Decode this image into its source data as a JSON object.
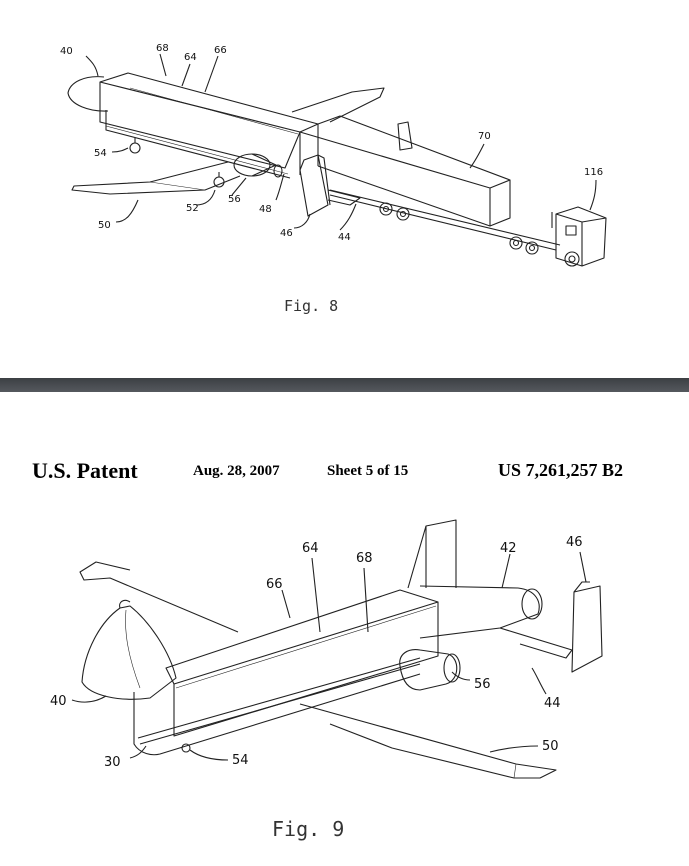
{
  "header": {
    "title": "U.S. Patent",
    "date": "Aug. 28, 2007",
    "sheet": "Sheet 5 of 15",
    "patent_number": "US 7,261,257 B2"
  },
  "fig8": {
    "caption": "Fig. 8",
    "labels": {
      "l40": "40",
      "l68": "68",
      "l64": "64",
      "l66": "66",
      "l54": "54",
      "l52": "52",
      "l56": "56",
      "l48": "48",
      "l50": "50",
      "l46": "46",
      "l44": "44",
      "l70": "70",
      "l116": "116"
    }
  },
  "fig9": {
    "caption": "Fig. 9",
    "labels": {
      "l64": "64",
      "l68": "68",
      "l42": "42",
      "l46": "46",
      "l66": "66",
      "l40": "40",
      "l56": "56",
      "l44": "44",
      "l50": "50",
      "l30": "30",
      "l54": "54"
    }
  },
  "colors": {
    "separator": "#45494e",
    "line": "#222222",
    "paper": "#ffffff"
  }
}
